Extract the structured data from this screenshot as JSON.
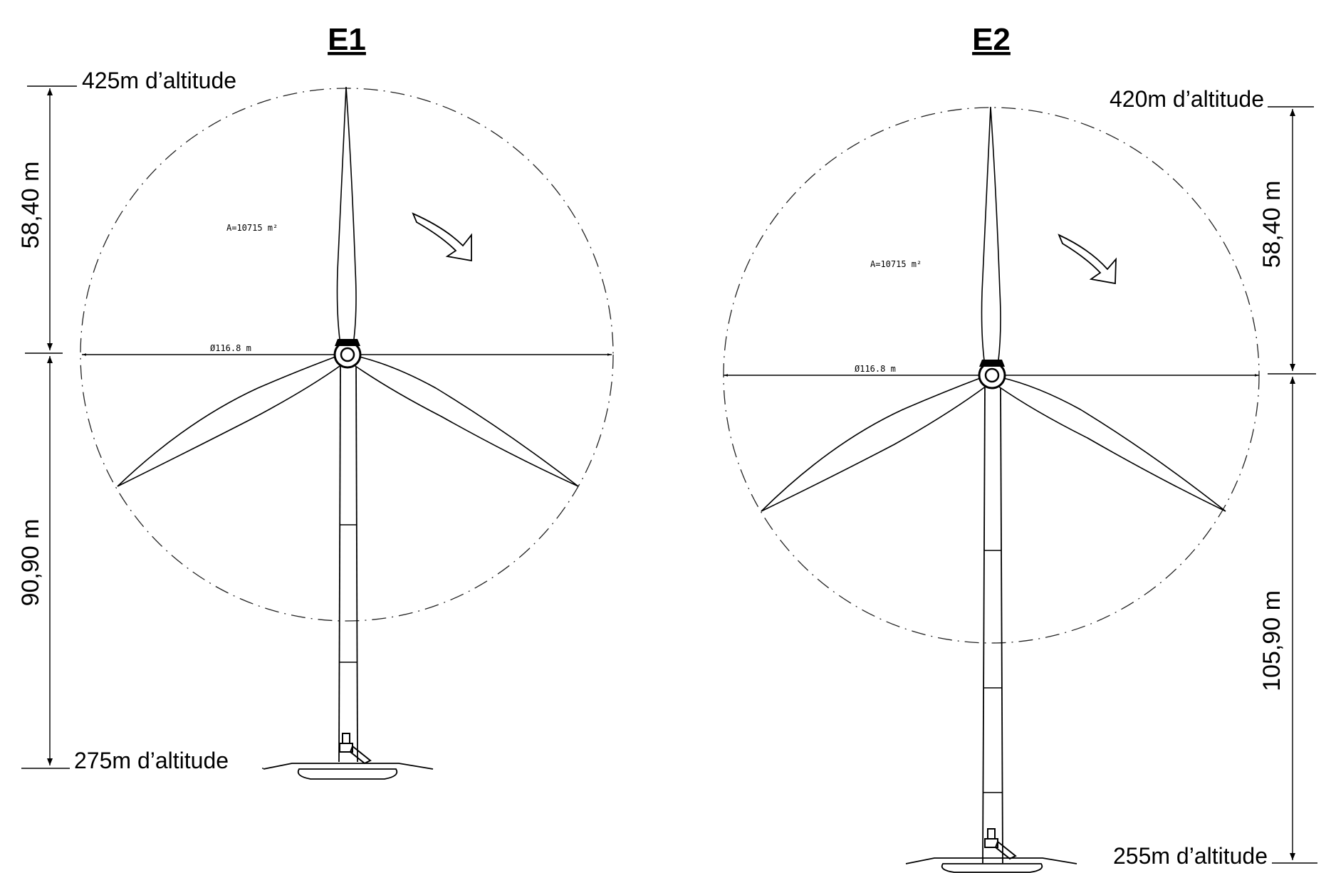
{
  "turbines": [
    {
      "title": "E1",
      "top_altitude": "425m d’altitude",
      "bottom_altitude": "275m d’altitude",
      "upper_dimension": "58,40 m",
      "lower_dimension": "90,90 m",
      "swept_area": "A=10715 m²",
      "rotor_diameter": "Ø116.8 m"
    },
    {
      "title": "E2",
      "top_altitude": "420m d’altitude",
      "bottom_altitude": "255m d’altitude",
      "upper_dimension": "58,40 m",
      "lower_dimension": "105,90 m",
      "swept_area": "A=10715 m²",
      "rotor_diameter": "Ø116.8 m"
    }
  ]
}
